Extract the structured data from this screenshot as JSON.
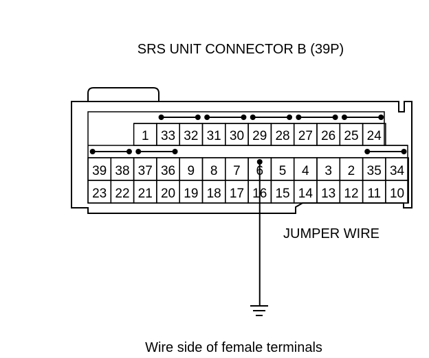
{
  "title": "SRS UNIT CONNECTOR B (39P)",
  "caption": "Wire side of female terminals",
  "jumper_label": "JUMPER WIRE",
  "row1": [
    "",
    "",
    "1",
    "33",
    "32",
    "31",
    "30",
    "29",
    "28",
    "27",
    "26",
    "25",
    "24"
  ],
  "row2": [
    "39",
    "38",
    "37",
    "36",
    "9",
    "8",
    "7",
    "6",
    "5",
    "4",
    "3",
    "2",
    "35",
    "34"
  ],
  "row3": [
    "23",
    "22",
    "21",
    "20",
    "19",
    "18",
    "17",
    "16",
    "15",
    "14",
    "13",
    "12",
    "11",
    "10"
  ],
  "shorting_bars": [
    {
      "row": 1,
      "from": "33",
      "to": "32"
    },
    {
      "row": 1,
      "from": "31",
      "to": "30"
    },
    {
      "row": 1,
      "from": "29",
      "to": "28"
    },
    {
      "row": 1,
      "from": "27",
      "to": "26"
    },
    {
      "row": 1,
      "from": "25",
      "to": "24"
    },
    {
      "row": 2,
      "from": "39",
      "to": "38"
    },
    {
      "row": 2,
      "from": "37",
      "to": "36"
    },
    {
      "row": 2,
      "from": "35",
      "to": "34"
    }
  ],
  "jumper_terminal": "6",
  "icons": [
    "ground-symbol-icon"
  ],
  "colors": {
    "line": "#000000",
    "background": "#ffffff"
  }
}
